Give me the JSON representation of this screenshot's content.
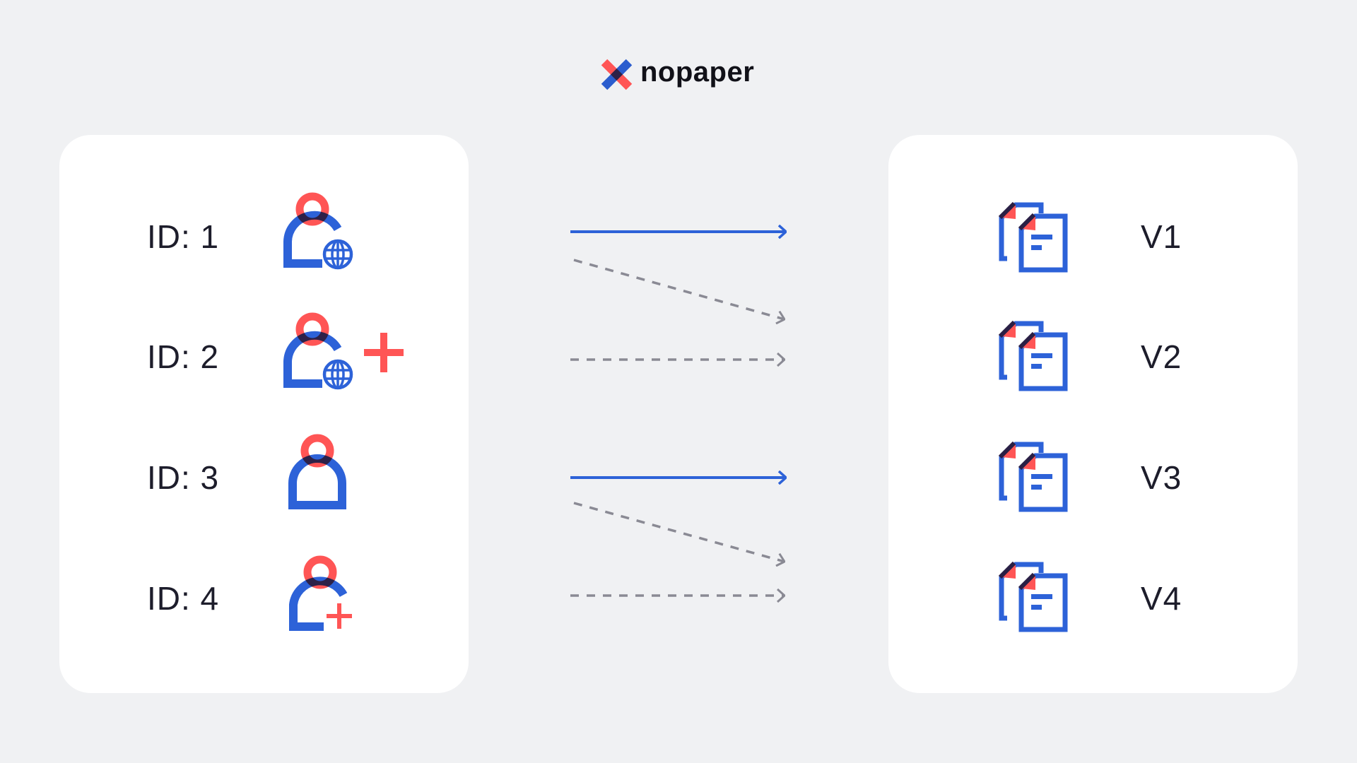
{
  "logo": {
    "text": "nopaper"
  },
  "users": [
    {
      "label": "ID: 1",
      "icon": "user-globe-icon"
    },
    {
      "label": "ID: 2",
      "icon": "user-globe-add-icon"
    },
    {
      "label": "ID: 3",
      "icon": "user-icon"
    },
    {
      "label": "ID: 4",
      "icon": "user-add-icon"
    }
  ],
  "versions": [
    {
      "label": "V1",
      "icon": "documents-icon"
    },
    {
      "label": "V2",
      "icon": "documents-icon"
    },
    {
      "label": "V3",
      "icon": "documents-icon"
    },
    {
      "label": "V4",
      "icon": "documents-icon"
    }
  ],
  "colors": {
    "blue": "#2d62d8",
    "red": "#ff5555",
    "gray": "#8a8a94",
    "dark": "#2a1f45"
  }
}
